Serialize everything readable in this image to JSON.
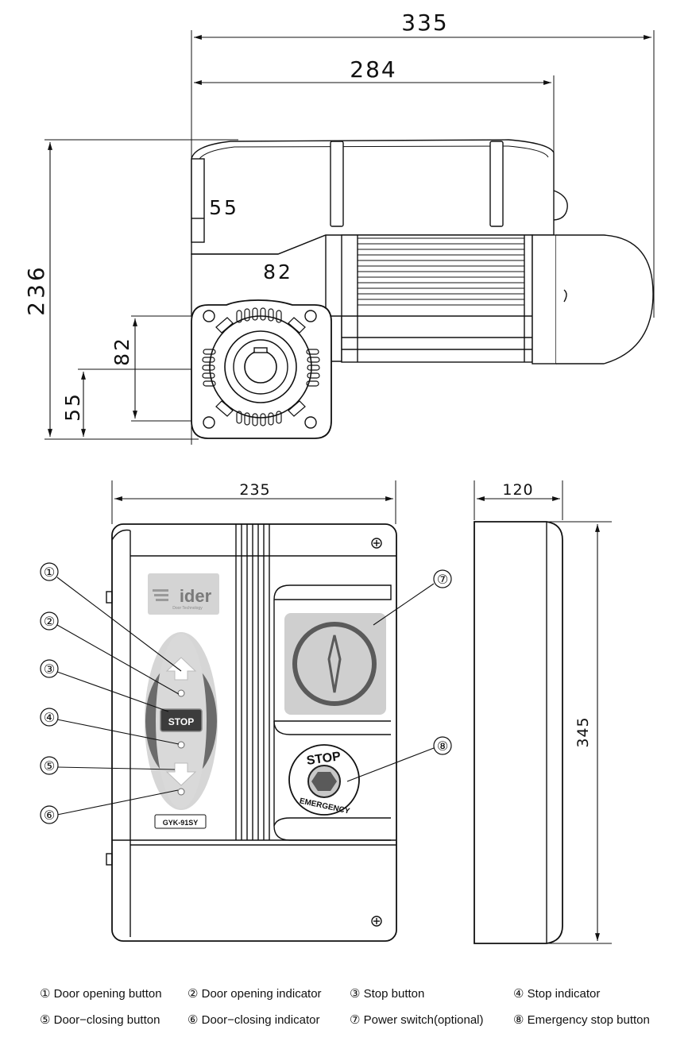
{
  "motor_view": {
    "dim_overall_width": "335",
    "dim_body_width": "284",
    "dim_height": "236",
    "dim_shaft_h_offset": "55",
    "dim_flange_width": "82",
    "dim_flange_height": "82",
    "dim_shaft_v_offset": "55"
  },
  "control_box_front": {
    "dim_width": "235",
    "logo_text": "ider",
    "logo_subtext": "Door Technology",
    "stop_label": "STOP",
    "model_label": "GYK-91SY",
    "emergency_top": "STOP",
    "emergency_bottom": "EMERGENCY",
    "callouts": [
      "①",
      "②",
      "③",
      "④",
      "⑤",
      "⑥",
      "⑦",
      "⑧"
    ]
  },
  "control_box_side": {
    "dim_depth": "120",
    "dim_height": "345"
  },
  "legend": {
    "row1": [
      "① Door opening button",
      "② Door opening indicator",
      "③ Stop button",
      "④ Stop indicator"
    ],
    "row2": [
      "⑤ Door−closing button",
      "⑥ Door−closing indicator",
      "⑦ Power switch(optional)",
      "⑧ Emergency stop button"
    ]
  }
}
